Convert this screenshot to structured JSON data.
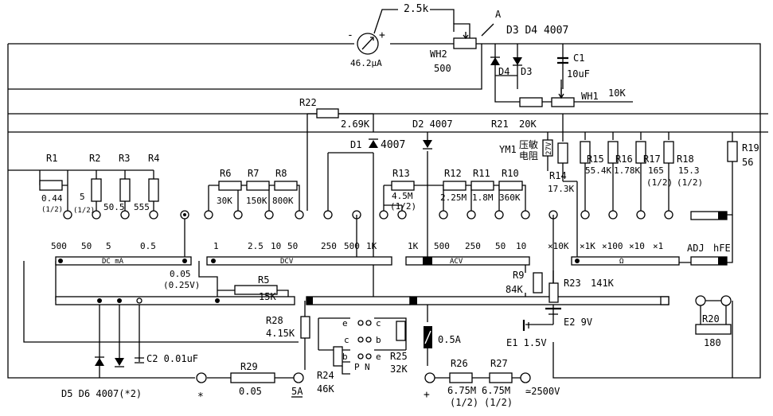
{
  "meter": {
    "label": "46.2μA",
    "plus": "+",
    "minus": "-"
  },
  "top_pot": {
    "value": "2.5k",
    "point_a": "A"
  },
  "wh2": {
    "name": "WH2",
    "value": "500"
  },
  "d3d4": {
    "label": "D3 D4 4007",
    "d3": "D3",
    "d4": "D4"
  },
  "c1": {
    "name": "C1",
    "value": "10uF"
  },
  "wh1": {
    "name": "WH1",
    "value": "10K"
  },
  "r22": {
    "name": "R22",
    "value": "2.69K"
  },
  "d2": {
    "label": "D2 4007"
  },
  "d1": {
    "name": "D1",
    "value": "4007"
  },
  "r21": {
    "name": "R21",
    "value": "20K"
  },
  "ym1": {
    "name": "YM1",
    "desc": "压敏\n电阻",
    "rating": "27V"
  },
  "r1": {
    "name": "R1",
    "value": "0.44",
    "power": "(1/2)"
  },
  "r2": {
    "name": "R2",
    "value": "5",
    "power": "(1/2)"
  },
  "r3": {
    "name": "R3",
    "value": "50.5"
  },
  "r4": {
    "name": "R4",
    "value": "555"
  },
  "r6": {
    "name": "R6",
    "value": "30K"
  },
  "r7": {
    "name": "R7",
    "value": "150K"
  },
  "r8": {
    "name": "R8",
    "value": "800K"
  },
  "r13": {
    "name": "R13",
    "value": "4.5M",
    "power": "(1/2)"
  },
  "r12": {
    "name": "R12",
    "value": "2.25M"
  },
  "r11": {
    "name": "R11",
    "value": "1.8M"
  },
  "r10": {
    "name": "R10",
    "value": "360K"
  },
  "r14": {
    "name": "R14",
    "value": "17.3K"
  },
  "r15": {
    "name": "R15",
    "value": "55.4K"
  },
  "r16": {
    "name": "R16",
    "value": "1.78K"
  },
  "r17": {
    "name": "R17",
    "value": "165",
    "power": "(1/2)"
  },
  "r18": {
    "name": "R18",
    "value": "15.3",
    "power": "(1/2)"
  },
  "r19": {
    "name": "R19",
    "value": "56"
  },
  "dcma": {
    "label": "DC mA",
    "ranges": [
      "500",
      "50",
      "5",
      "0.5"
    ],
    "extra": "0.05",
    "extra2": "(0.25V)"
  },
  "dcv": {
    "label": "DCV",
    "ranges": [
      "1",
      "2.5",
      "10",
      "50",
      "250",
      "500",
      "1K"
    ]
  },
  "acv": {
    "label": "ACV",
    "ranges": [
      "1K",
      "500",
      "250",
      "50",
      "10"
    ]
  },
  "ohm": {
    "label": "Ω",
    "ranges": [
      "×10K",
      "×1K",
      "×100",
      "×10",
      "×1"
    ]
  },
  "adj": {
    "label": "ADJ",
    "hfe": "hFE"
  },
  "r5": {
    "name": "R5",
    "value": "15K"
  },
  "r9": {
    "name": "R9",
    "value": "84K"
  },
  "r23": {
    "name": "R23",
    "value": "141K"
  },
  "r28": {
    "name": "R28",
    "value": "4.15K"
  },
  "transistor": {
    "e1": "e",
    "c1": "c",
    "c2": "c",
    "b1": "b",
    "b2": "b",
    "e2": "e",
    "p": "P",
    "n": "N"
  },
  "r25": {
    "name": "R25",
    "value": "32K"
  },
  "r24": {
    "name": "R24",
    "value": "46K"
  },
  "fuse": {
    "label": "0.5A"
  },
  "e2": {
    "label": "E2 9V"
  },
  "e1": {
    "label": "E1 1.5V"
  },
  "r20": {
    "name": "R20",
    "value": "180"
  },
  "c2": {
    "label": "C2 0.01uF"
  },
  "r29": {
    "name": "R29",
    "value": "0.05"
  },
  "d5d6": {
    "label": "D5 D6 4007(*2)"
  },
  "asterisk": "*",
  "five_a": "5A",
  "plus_term": "+",
  "r26": {
    "name": "R26",
    "value": "6.75M",
    "power": "(1/2)"
  },
  "r27": {
    "name": "R27",
    "value": "6.75M",
    "power": "(1/2)"
  },
  "hv": "≃2500V"
}
